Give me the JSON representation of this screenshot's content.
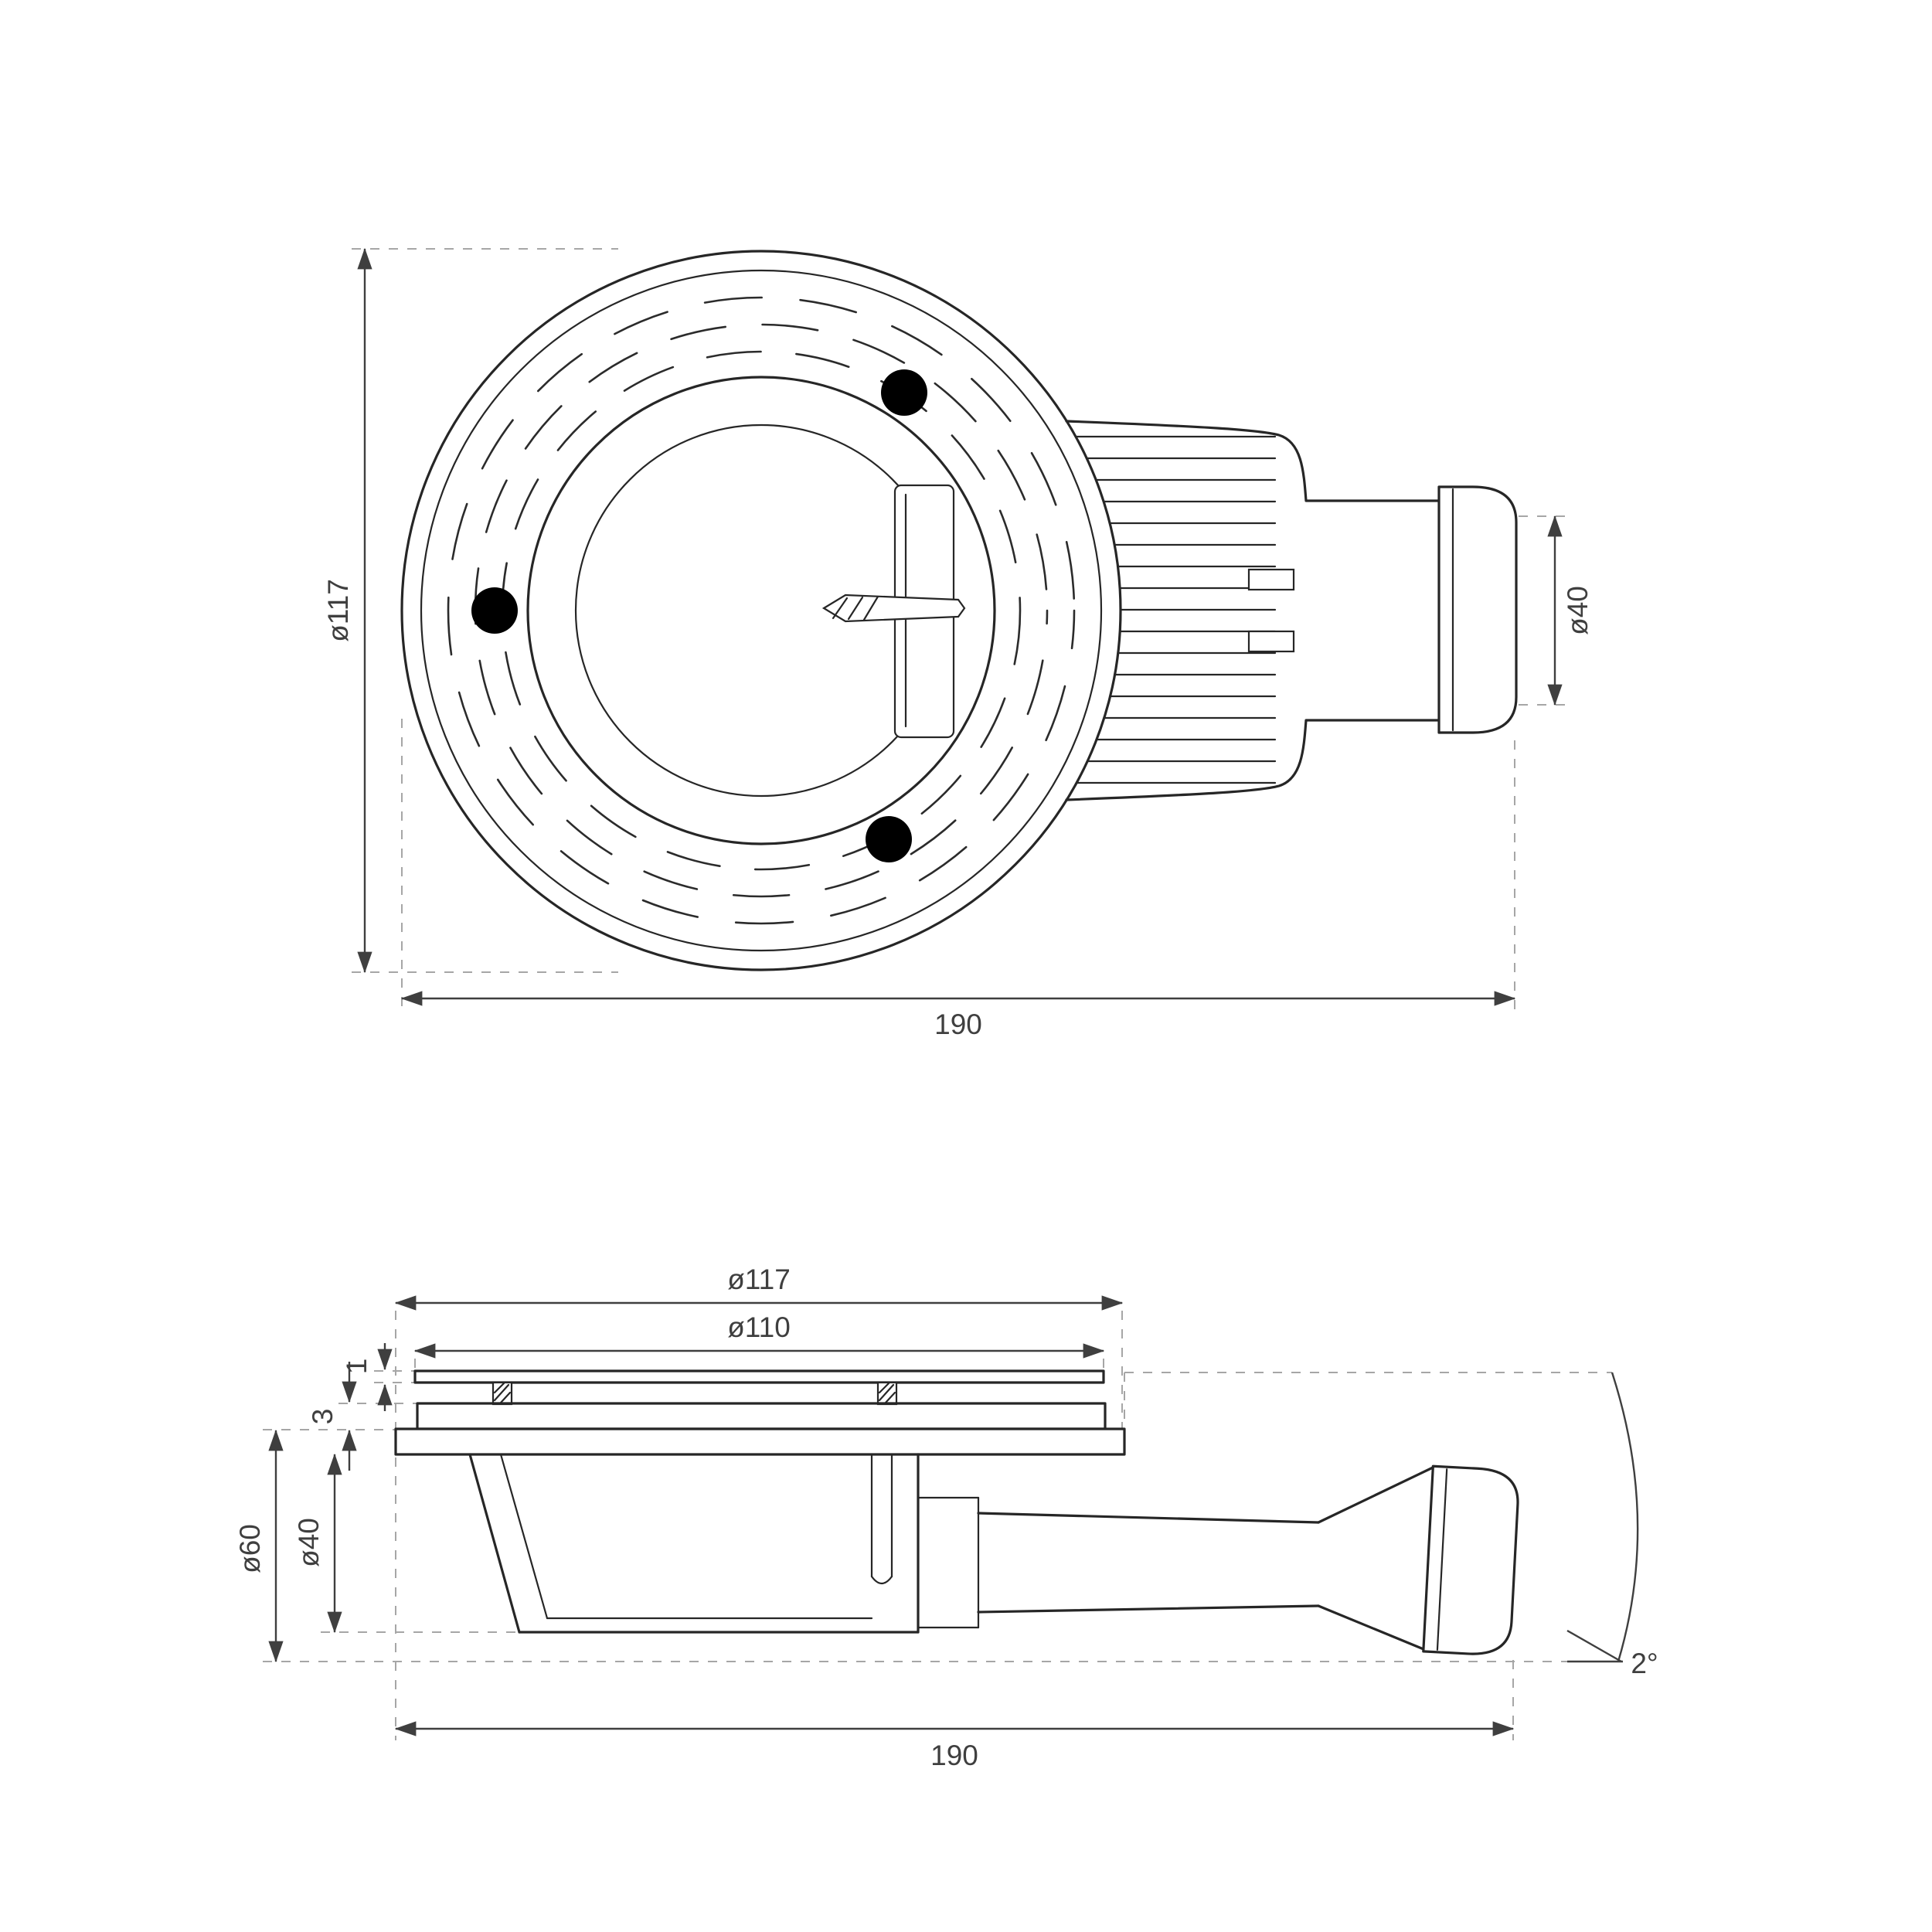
{
  "drawing": {
    "type": "technical-drawing",
    "subject": "shower waste trap - top view and side section with dimensions",
    "colors": {
      "line": "#262626",
      "dimension": "#3f3f3f",
      "construction": "#a6a6a6",
      "gasket_red": "#ec1c24",
      "screw_hole": "#000000",
      "background": "#ffffff"
    },
    "top_view": {
      "dim_flange_diameter": "ø117",
      "dim_overall_length": "190",
      "dim_outlet_diameter": "ø40"
    },
    "side_view": {
      "dim_flange_diameter": "ø117",
      "dim_cover_plate_diameter": "ø110",
      "dim_cover_plate_thickness": "1",
      "dim_gasket_thickness": "3",
      "dim_trap_body_diameter": "ø60",
      "dim_inlet_diameter": "ø40",
      "dim_overall_length": "190",
      "dim_outlet_slope": "2°"
    }
  }
}
